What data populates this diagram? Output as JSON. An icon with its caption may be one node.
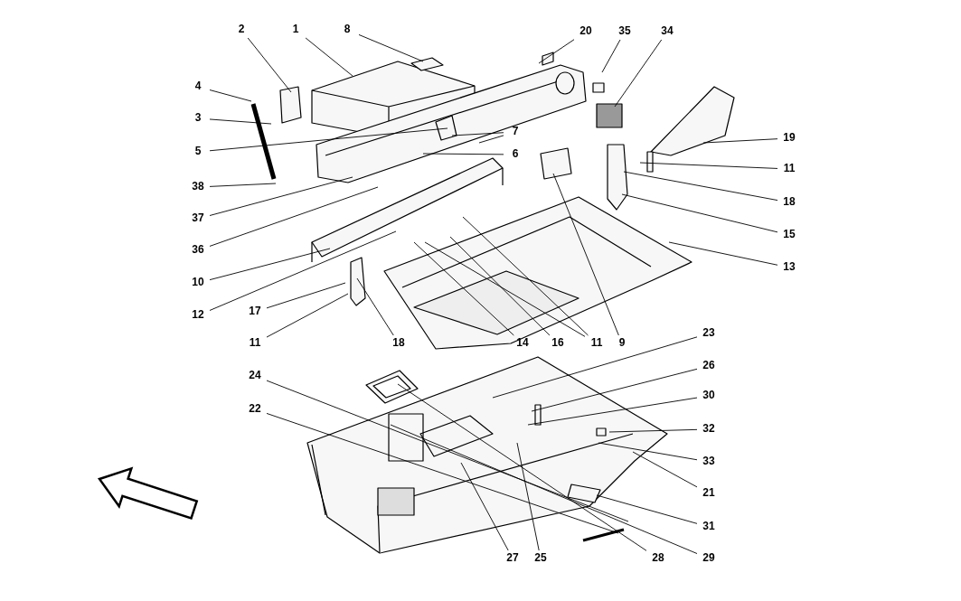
{
  "diagram": {
    "nodes": [
      {
        "text": [
          "2"
        ]
      },
      {
        "text": [
          "1"
        ]
      },
      {
        "text": [
          "8"
        ]
      },
      {
        "text": [
          "20"
        ]
      },
      {
        "text": [
          "35"
        ]
      },
      {
        "text": [
          "34"
        ]
      },
      {
        "text": [
          "4"
        ]
      },
      {
        "text": [
          "3"
        ]
      },
      {
        "text": [
          "5"
        ]
      },
      {
        "text": [
          "7"
        ]
      },
      {
        "text": [
          "6"
        ]
      },
      {
        "text": [
          "19"
        ]
      },
      {
        "text": [
          "11"
        ]
      },
      {
        "text": [
          "18"
        ]
      },
      {
        "text": [
          "15"
        ]
      },
      {
        "text": [
          "13"
        ]
      },
      {
        "text": [
          "38"
        ]
      },
      {
        "text": [
          "37"
        ]
      },
      {
        "text": [
          "36"
        ]
      },
      {
        "text": [
          "10"
        ]
      },
      {
        "text": [
          "12"
        ]
      },
      {
        "text": [
          "17"
        ]
      },
      {
        "text": [
          "11"
        ]
      },
      {
        "text": [
          "18"
        ]
      },
      {
        "text": [
          "14"
        ]
      },
      {
        "text": [
          "16"
        ]
      },
      {
        "text": [
          "11"
        ]
      },
      {
        "text": [
          "9"
        ]
      },
      {
        "text": [
          "23"
        ]
      },
      {
        "text": [
          "26"
        ]
      },
      {
        "text": [
          "30"
        ]
      },
      {
        "text": [
          "32"
        ]
      },
      {
        "text": [
          "33"
        ]
      },
      {
        "text": [
          "21"
        ]
      },
      {
        "text": [
          "31"
        ]
      },
      {
        "text": [
          "24"
        ]
      },
      {
        "text": [
          "22"
        ]
      },
      {
        "text": [
          "27"
        ]
      },
      {
        "text": [
          "25"
        ]
      },
      {
        "text": [
          "28"
        ]
      },
      {
        "text": [
          "29"
        ]
      }
    ],
    "edges": [
      {
        "from": 0,
        "to": null,
        "arrow": "none"
      },
      {
        "from": 1,
        "to": null,
        "arrow": "none"
      },
      {
        "from": 2,
        "to": null,
        "arrow": "none"
      },
      {
        "from": 3,
        "to": null,
        "arrow": "none"
      },
      {
        "from": 4,
        "to": null,
        "arrow": "none"
      },
      {
        "from": 5,
        "to": null,
        "arrow": "none"
      },
      {
        "from": 6,
        "to": null,
        "arrow": "none"
      },
      {
        "from": 7,
        "to": null,
        "arrow": "none"
      },
      {
        "from": 8,
        "to": null,
        "arrow": "none"
      },
      {
        "from": 9,
        "to": null,
        "arrow": "none"
      },
      {
        "from": 9,
        "to": null,
        "arrow": "none"
      },
      {
        "from": 10,
        "to": null,
        "arrow": "none"
      },
      {
        "from": 11,
        "to": null,
        "arrow": "none"
      },
      {
        "from": 12,
        "to": null,
        "arrow": "none"
      },
      {
        "from": 13,
        "to": null,
        "arrow": "none"
      },
      {
        "from": 14,
        "to": null,
        "arrow": "none"
      },
      {
        "from": 15,
        "to": null,
        "arrow": "none"
      },
      {
        "from": 16,
        "to": null,
        "arrow": "none"
      },
      {
        "from": 17,
        "to": null,
        "arrow": "none"
      },
      {
        "from": 18,
        "to": null,
        "arrow": "none"
      },
      {
        "from": 19,
        "to": null,
        "arrow": "none"
      },
      {
        "from": 20,
        "to": null,
        "arrow": "none"
      },
      {
        "from": 21,
        "to": null,
        "arrow": "none"
      },
      {
        "from": 22,
        "to": null,
        "arrow": "none"
      },
      {
        "from": 23,
        "to": null,
        "arrow": "none"
      },
      {
        "from": 24,
        "to": null,
        "arrow": "none"
      },
      {
        "from": 25,
        "to": null,
        "arrow": "none"
      },
      {
        "from": 26,
        "to": null,
        "arrow": "none"
      },
      {
        "from": 26,
        "to": null,
        "arrow": "none"
      },
      {
        "from": 27,
        "to": null,
        "arrow": "none"
      },
      {
        "from": 28,
        "to": null,
        "arrow": "none"
      },
      {
        "from": 29,
        "to": null,
        "arrow": "none"
      },
      {
        "from": 30,
        "to": null,
        "arrow": "none"
      },
      {
        "from": 31,
        "to": null,
        "arrow": "none"
      },
      {
        "from": 32,
        "to": null,
        "arrow": "none"
      },
      {
        "from": 33,
        "to": null,
        "arrow": "none"
      },
      {
        "from": 34,
        "to": null,
        "arrow": "none"
      },
      {
        "from": 35,
        "to": null,
        "arrow": "none"
      },
      {
        "from": 36,
        "to": null,
        "arrow": "none"
      },
      {
        "from": 37,
        "to": null,
        "arrow": "none"
      },
      {
        "from": 38,
        "to": null,
        "arrow": "none"
      },
      {
        "from": 39,
        "to": null,
        "arrow": "none"
      },
      {
        "from": 40,
        "to": null,
        "arrow": "none"
      }
    ]
  }
}
